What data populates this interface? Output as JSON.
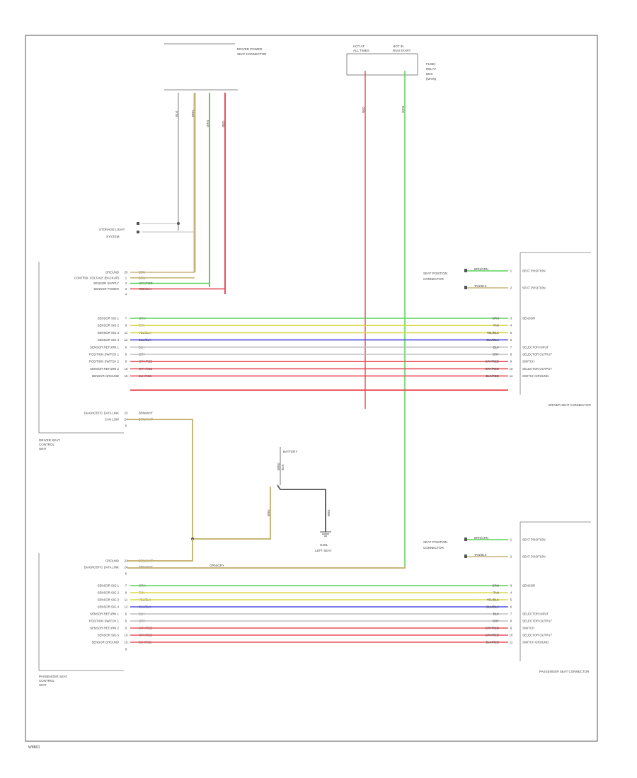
{
  "page_code": "W8B01",
  "colors": {
    "red": "#e8505a",
    "green": "#5ad35a",
    "yellow": "#d8d84a",
    "blue": "#5050e0",
    "gray": "#bdbdbd",
    "tan": "#c9b67a",
    "frame": "#555555"
  },
  "hot_at_all_times": {
    "fuse_left": [
      "HOT AT",
      "ALL TIMES"
    ],
    "fuse_right": [
      "HOT IN",
      "RUN START"
    ],
    "fuse_box_right": [
      "FUSE/",
      "RELAY",
      "BOX",
      "(MAIN)"
    ],
    "wire_left_color": "RED",
    "wire_right_color": "GRN"
  },
  "top_connector": {
    "title": [
      "DRIVER POWER",
      "SEAT CONNECTOR"
    ],
    "pin_colors": [
      "BLK",
      "BRN",
      "GRN",
      "RED"
    ]
  },
  "splice": {
    "label": [
      "STORAGE LIGHT",
      "SYSTEM"
    ]
  },
  "driver_module": {
    "name": [
      "DRIVER SEAT",
      "CONTROL",
      "UNIT"
    ],
    "upper_pins": [
      {
        "label": "GROUND",
        "pin": "20",
        "wire": "BRN"
      },
      {
        "label": "CONTROL VOLTAGE (BACKUP)",
        "pin": "1",
        "wire": "BRN"
      },
      {
        "label": "SENSOR SUPPLY",
        "pin": "2",
        "wire": "GRN/RED"
      },
      {
        "label": "SENSOR POWER",
        "pin": "3",
        "wire": "RED/BLK"
      },
      {
        "label": "",
        "pin": "4",
        "wire": ""
      }
    ],
    "mid_pins": [
      {
        "label": "SENSOR SIG 1",
        "pin": "7",
        "wire": "GRN"
      },
      {
        "label": "SENSOR SIG 2",
        "pin": "8",
        "wire": "TAN"
      },
      {
        "label": "SENSOR SIG 3",
        "pin": "11",
        "wire": "YEL/BLK"
      },
      {
        "label": "SENSOR SIG 4",
        "pin": "12",
        "wire": "BLU/BLK"
      },
      {
        "label": "SENSOR RETURN 1",
        "pin": "6",
        "wire": "BLK"
      },
      {
        "label": "POSITION SWITCH 1",
        "pin": "5",
        "wire": "GRY"
      },
      {
        "label": "POSITION SWITCH 2",
        "pin": "9",
        "wire": "GRY/RED"
      },
      {
        "label": "SENSOR RETURN 2",
        "pin": "10",
        "wire": "GRY/RED"
      },
      {
        "label": "SENSOR GROUND",
        "pin": "15",
        "wire": "BLK/RED"
      }
    ],
    "bottom_pins": [
      {
        "label": "DIAGNOSTIC DATA LINK",
        "pin": "23",
        "wire": "BRN/WHT"
      },
      {
        "label": "CAN LOW",
        "pin": "24",
        "wire": "BRN/WHT"
      },
      {
        "label": "",
        "pin": "6",
        "wire": ""
      }
    ]
  },
  "driver_connector": {
    "name": "SEAT POSITION CONN",
    "right_label": "DRIVER SEAT CONNECTOR",
    "feed_label": [
      "SEAT POSITION",
      "CONNECTOR"
    ],
    "feed_pins": [
      {
        "wire": "BRN/GRN",
        "pin": "1",
        "label": "SEAT POSITION"
      },
      {
        "wire": "TAN/BLK",
        "pin": "2",
        "label": "SEAT POSITION"
      }
    ],
    "pin_labels": [
      {
        "wire": "GRN",
        "pin": "3",
        "label": "SENSOR"
      },
      {
        "wire": "TAN",
        "pin": "4",
        "label": ""
      },
      {
        "wire": "YEL/BLK",
        "pin": "5",
        "label": ""
      },
      {
        "wire": "BLU/BLK",
        "pin": "6",
        "label": ""
      },
      {
        "wire": "BLK",
        "pin": "7",
        "label": "SELECTOR INPUT"
      },
      {
        "wire": "GRY",
        "pin": "8",
        "label": "SELECTOR OUTPUT"
      },
      {
        "wire": "GRY/RED",
        "pin": "9",
        "label": "SWITCH"
      },
      {
        "wire": "GRY/RED",
        "pin": "10",
        "label": "SELECTOR OUTPUT"
      },
      {
        "wire": "BLK/RED",
        "pin": "11",
        "label": "SWITCH GROUND"
      }
    ]
  },
  "ground_point": {
    "battery": "BATTERY",
    "wire_color": [
      "BRN/",
      "BLK"
    ],
    "stub_wire": "BRN",
    "ground_name": [
      "G401",
      "LEFT SEAT"
    ],
    "splice_wire": "BRN/WHT"
  },
  "passenger_module": {
    "name": [
      "PASSENGER SEAT",
      "CONTROL",
      "UNIT"
    ],
    "top_pins": [
      {
        "label": "GROUND",
        "pin": "23",
        "wire": "BRN/WHT"
      },
      {
        "label": "DIAGNOSTIC DATA LINK",
        "pin": "24",
        "wire": "BRN/WHT"
      },
      {
        "label": "",
        "pin": "6",
        "wire": ""
      }
    ],
    "tan_wire": "GRN/GRY",
    "mid_pins": [
      {
        "label": "SENSOR SIG 1",
        "pin": "7",
        "wire": "GRN"
      },
      {
        "label": "SENSOR SIG 2",
        "pin": "8",
        "wire": "TAN"
      },
      {
        "label": "SENSOR SIG 3",
        "pin": "11",
        "wire": "YEL/BLK"
      },
      {
        "label": "SENSOR SIG 4",
        "pin": "12",
        "wire": "BLU/BLK"
      },
      {
        "label": "SENSOR RETURN 1",
        "pin": "6",
        "wire": "BLK"
      },
      {
        "label": "POSITION SWITCH 1",
        "pin": "5",
        "wire": "GRY"
      },
      {
        "label": "SENSOR RETURN 2",
        "pin": "9",
        "wire": "GRY/RED"
      },
      {
        "label": "SENSOR SIG 5",
        "pin": "10",
        "wire": "GRY/RED"
      },
      {
        "label": "SENSOR GROUND",
        "pin": "15",
        "wire": "BLK/RED"
      },
      {
        "label": "",
        "pin": "8",
        "wire": ""
      }
    ]
  },
  "passenger_connector": {
    "right_label": "PASSENGER SEAT CONNECTOR",
    "feed_label": [
      "SEAT POSITION",
      "CONNECTOR"
    ],
    "feed_pins": [
      {
        "wire": "BRN/GRN",
        "pin": "1",
        "label": "SEAT POSITION"
      },
      {
        "wire": "TAN/BLK",
        "pin": "2",
        "label": "SEAT POSITION"
      }
    ],
    "pin_labels": [
      {
        "wire": "GRN",
        "pin": "3",
        "label": "SENSOR"
      },
      {
        "wire": "TAN",
        "pin": "4",
        "label": ""
      },
      {
        "wire": "YEL/BLK",
        "pin": "5",
        "label": ""
      },
      {
        "wire": "BLU/BLK",
        "pin": "6",
        "label": ""
      },
      {
        "wire": "BLK",
        "pin": "7",
        "label": "SELECTOR INPUT"
      },
      {
        "wire": "GRY",
        "pin": "8",
        "label": "SELECTOR OUTPUT"
      },
      {
        "wire": "GRY/RED",
        "pin": "9",
        "label": "SWITCH"
      },
      {
        "wire": "GRY/RED",
        "pin": "10",
        "label": "SELECTOR OUTPUT"
      },
      {
        "wire": "BLK/RED",
        "pin": "11",
        "label": "SWITCH GROUND"
      }
    ]
  }
}
